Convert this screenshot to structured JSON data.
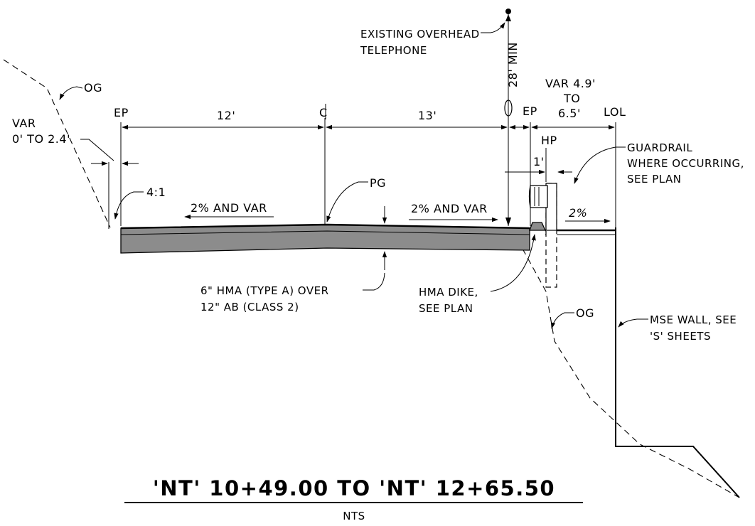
{
  "labels": {
    "existing_overhead": "EXISTING OVERHEAD",
    "telephone": "TELEPHONE",
    "min_clearance": "28' MIN",
    "og_left": "OG",
    "og_right": "OG",
    "var_width_line1": "VAR 4.9'",
    "var_width_line2": "TO",
    "var_width_line3": "6.5'",
    "var_offset_line1": "VAR",
    "var_offset_line2": "0' TO 2.4'",
    "ep_left": "EP",
    "ep_right": "EP",
    "centerline": "C",
    "lol": "LOL",
    "lane_left": "12'",
    "lane_right": "13'",
    "hp": "HP",
    "hp_offset": "1'",
    "guardrail_line1": "GUARDRAIL",
    "guardrail_line2": "WHERE OCCURRING,",
    "guardrail_line3": "SEE PLAN",
    "slope_ratio": "4:1",
    "pg": "PG",
    "slope_left": "2% AND VAR",
    "slope_right": "2% AND VAR",
    "slope_shoulder": "2%",
    "pavement_line1": "6\" HMA (TYPE A) OVER",
    "pavement_line2": "12\" AB (CLASS 2)",
    "dike_line1": "HMA DIKE,",
    "dike_line2": "SEE PLAN",
    "wall_line1": "MSE WALL, SEE",
    "wall_line2": "'S' SHEETS",
    "title": "'NT' 10+49.00 TO 'NT' 12+65.50",
    "scale": "NTS"
  },
  "colors": {
    "pavement_fill": "#8c8c8c",
    "line": "#000000"
  }
}
